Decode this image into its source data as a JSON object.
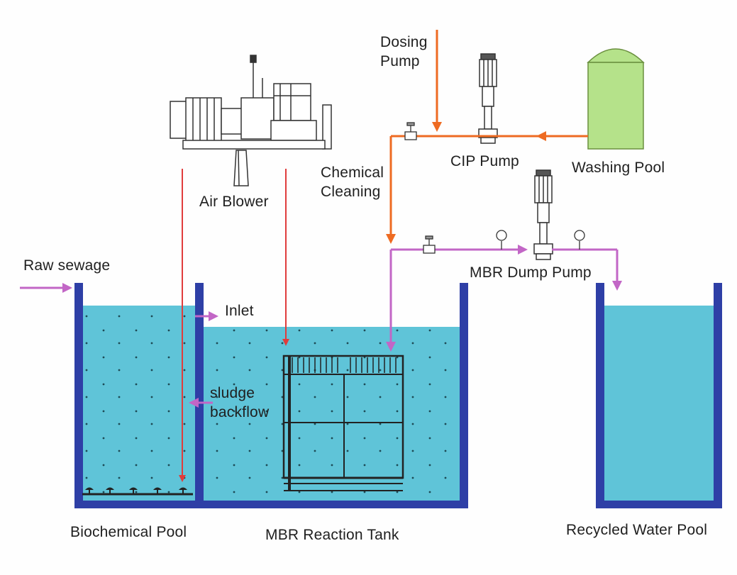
{
  "labels": {
    "dosing_pump": [
      "Dosing",
      "Pump"
    ],
    "cip_pump": "CIP Pump",
    "washing_pool": "Washing Pool",
    "chemical_cleaning": [
      "Chemical",
      "Cleaning"
    ],
    "air_blower": "Air Blower",
    "raw_sewage": "Raw sewage",
    "inlet": "Inlet",
    "sludge_backflow": [
      "sludge",
      "backflow"
    ],
    "mbr_dump_pump": "MBR Dump Pump",
    "biochemical_pool": "Biochemical Pool",
    "mbr_reaction_tank": "MBR Reaction Tank",
    "recycled_water_pool": "Recycled Water Pool"
  },
  "colors": {
    "water": "#5fc4d8",
    "tank_wall": "#2e3fa6",
    "chemical_line": "#ee6b22",
    "air_line": "#e03c3c",
    "sewage_line": "#c266c6",
    "washing_tank": "#b5e28a"
  }
}
